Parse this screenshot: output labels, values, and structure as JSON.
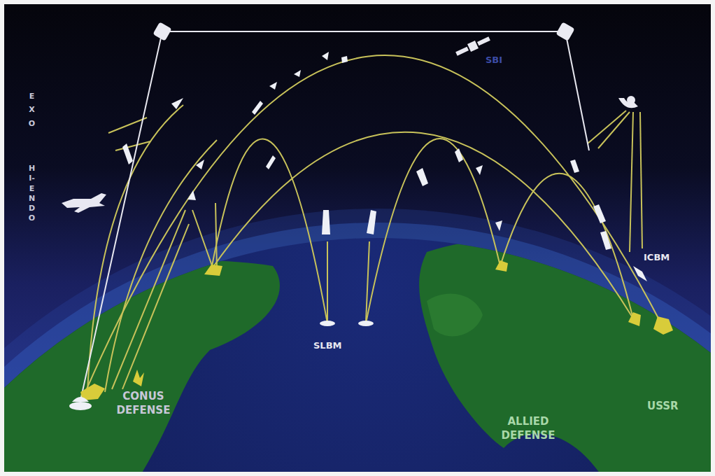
{
  "diagram": {
    "labels": [
      "EXO",
      "HI-ENDO",
      "SBI",
      "ICBM",
      "SLBM",
      "CONUS DEFENSE",
      "ALLIED DEFENSE",
      "USSR"
    ]
  }
}
